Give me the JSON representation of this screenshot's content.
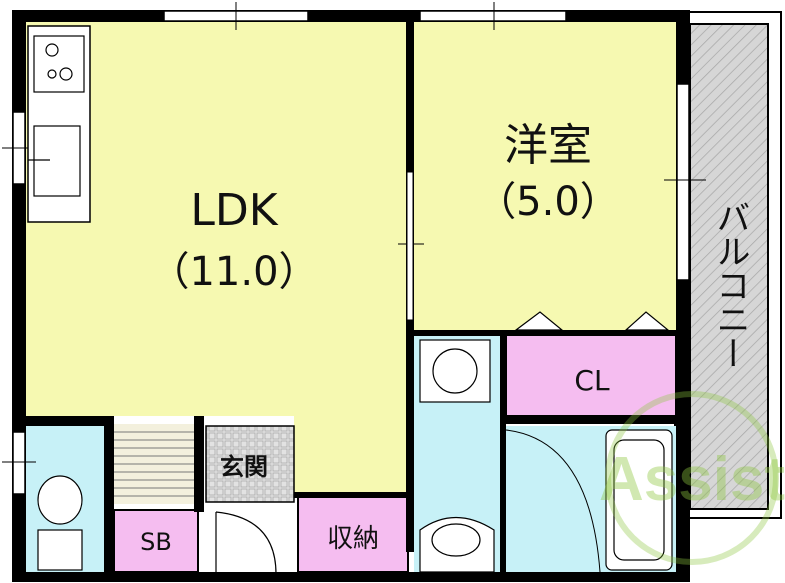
{
  "rooms": {
    "ldk": {
      "name": "LDK",
      "size": "（11.0）"
    },
    "western": {
      "name": "洋室",
      "size": "（5.0）"
    },
    "closet": {
      "name": "CL"
    },
    "balcony": {
      "name": "バルコニー"
    },
    "entrance": {
      "name": "玄関"
    },
    "storage": {
      "name": "収納"
    },
    "shoe_box": {
      "name": "SB"
    }
  },
  "watermark": {
    "text": "Assist"
  },
  "colors": {
    "ldk": "#f6f9b1",
    "closet": "#f5bdf0",
    "wet": "#c7f1f7",
    "balcony": "#d3d3d3",
    "wall": "#000000",
    "watermark": "#8dc63f"
  }
}
